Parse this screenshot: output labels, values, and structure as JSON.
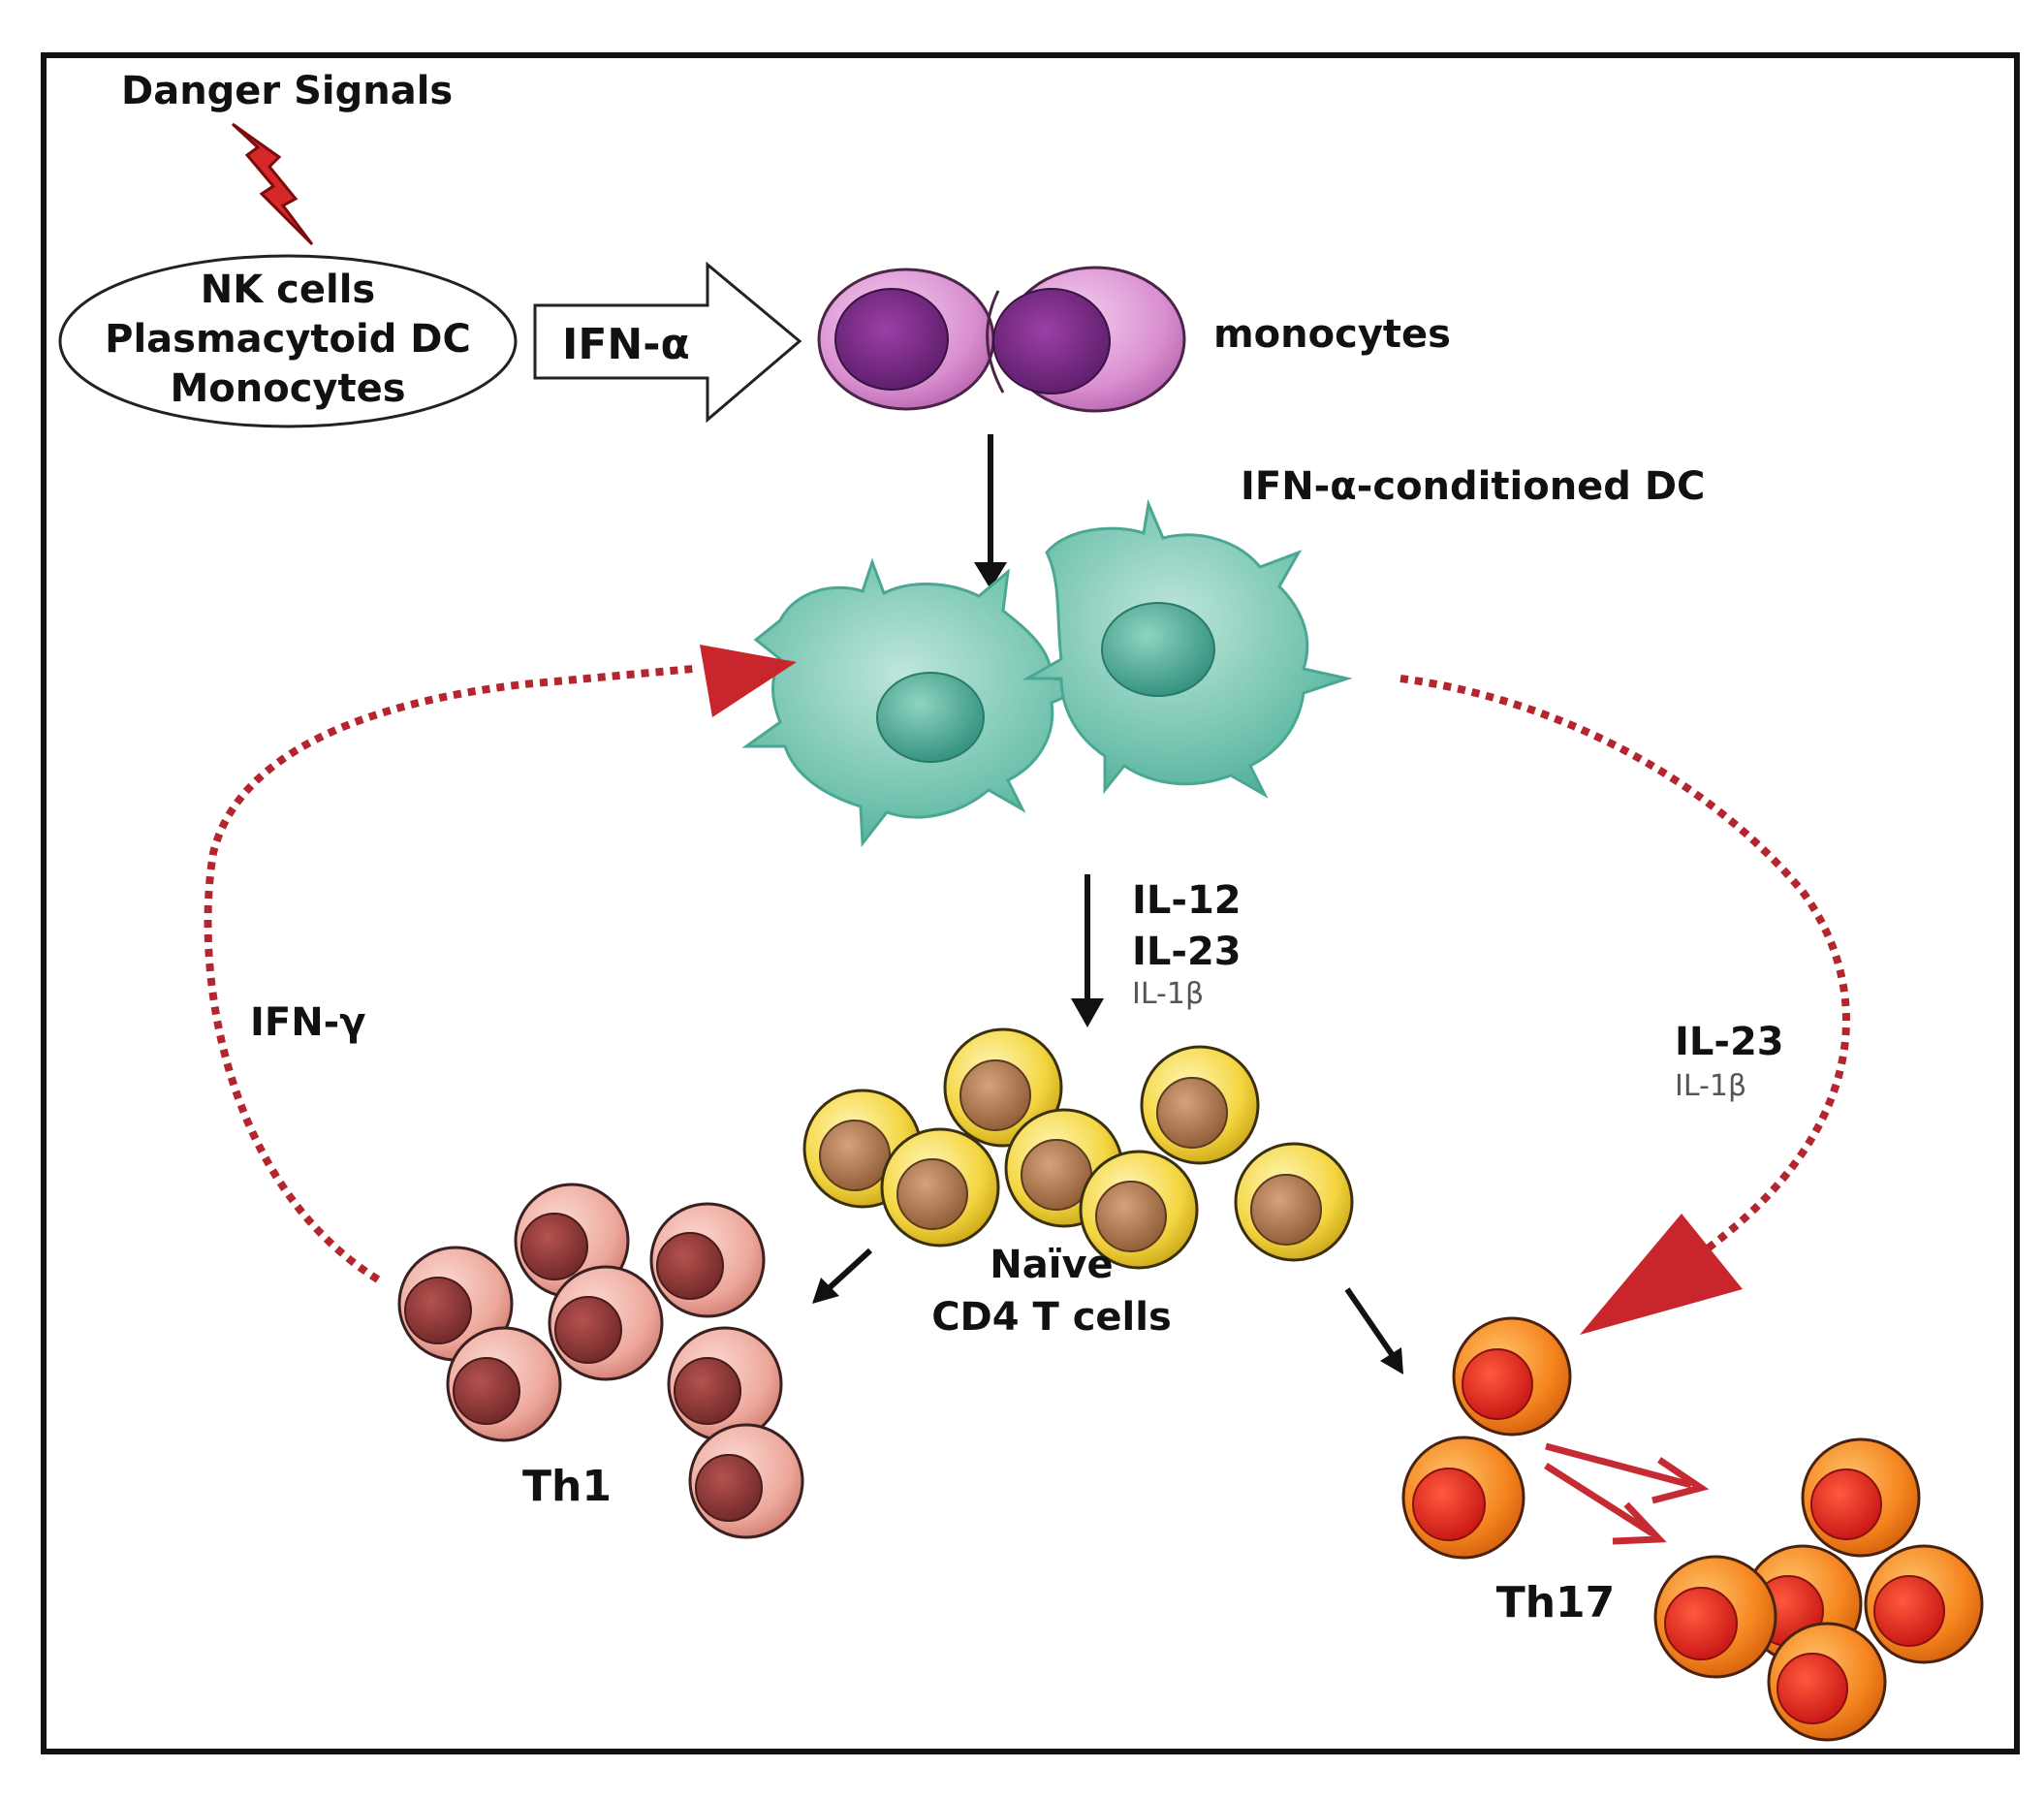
{
  "labels": {
    "danger_signals": "Danger Signals",
    "source_cells": [
      "NK cells",
      "Plasmacytoid DC",
      "Monocytes"
    ],
    "ifn_alpha": "IFN-α",
    "monocytes": "monocytes",
    "conditioned_dc": "IFN-α-conditioned DC",
    "il12": "IL-12",
    "il23_center": "IL-23",
    "il1b_center": "IL-1β",
    "ifn_gamma": "IFN-γ",
    "il23_right": "IL-23",
    "il1b_right": "IL-1β",
    "naive_line1": "Naïve",
    "naive_line2": "CD4 T cells",
    "th1": "Th1",
    "th17": "Th17"
  },
  "colors": {
    "frame": "#111111",
    "lightning": "#d62828",
    "feedback_dotted": "#b3262e",
    "feedback_head": "#c9252d",
    "monocyte_body": "#d98fd0",
    "monocyte_nucleus": "#6a2476",
    "dc_body": "#5fb8a4",
    "dc_nucleus": "#2f8f7c",
    "naive_body": "#f1d13a",
    "naive_nucleus": "#a8744e",
    "th1_body": "#eda79b",
    "th1_nucleus": "#8e3a3a",
    "th17_body": "#f5851f",
    "th17_nucleus": "#e3221c"
  }
}
